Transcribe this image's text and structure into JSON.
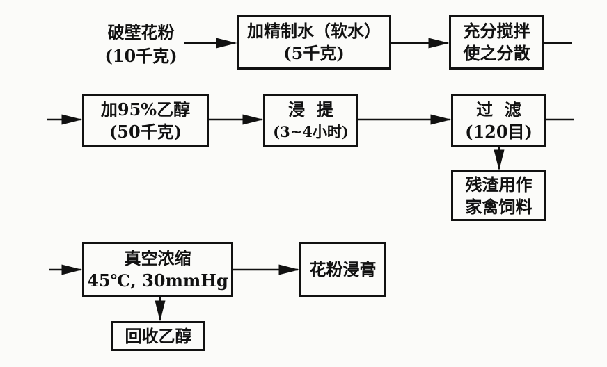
{
  "nodes": {
    "start": {
      "line1": "破壁花粉",
      "line2": "(10千克)"
    },
    "add_water": {
      "line1": "加精制水（软水）",
      "line2": "(5千克)"
    },
    "stir": {
      "line1": "充分搅拌",
      "line2": "使之分散"
    },
    "add_ethanol": {
      "line1": "加95%乙醇",
      "line2": "(50千克)"
    },
    "extract": {
      "line1": "浸  提",
      "line2": "(3~4小时)"
    },
    "filter": {
      "line1": "过  滤",
      "line2": "(120目)"
    },
    "residue": {
      "line1": "残渣用作",
      "line2": "家禽饲料"
    },
    "concentrate": {
      "line1": "真空浓缩",
      "line2": "45℃, 30mmHg"
    },
    "product": {
      "line1": "花粉浸膏"
    },
    "recover": {
      "line1": "回收乙醇"
    }
  }
}
